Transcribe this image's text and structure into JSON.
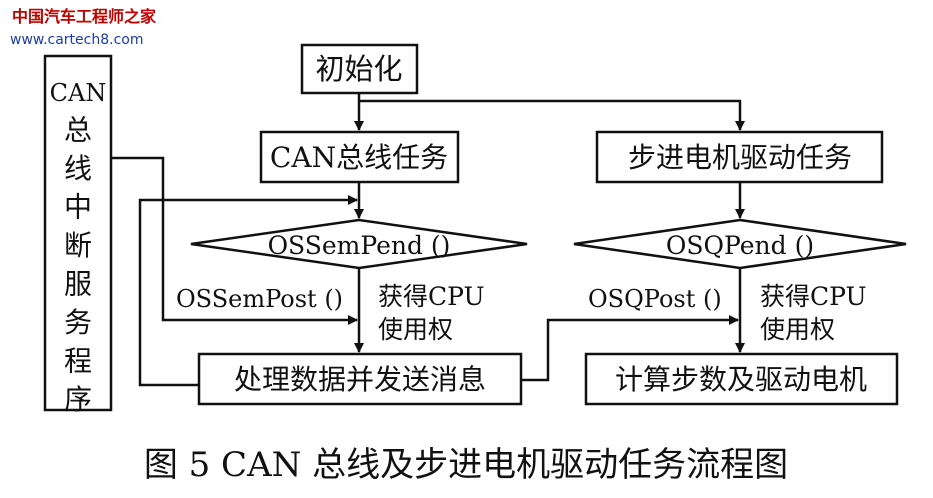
{
  "watermark": {
    "line1": "中国汽车工程师之家",
    "line2": "www.cartech8.com"
  },
  "nodes": {
    "init": "初始化",
    "can_task": "CAN总线任务",
    "stepper_task": "步进电机驱动任务",
    "os_sem_pend": "OSSemPend ()",
    "osq_pend": "OSQPend ()",
    "process_send": "处理数据并发送消息",
    "compute_steps": "计算步数及驱动电机",
    "isr": "CAN总线中断服务程序"
  },
  "labels": {
    "os_sem_post": "OSSemPost ()",
    "osq_post": "OSQPost ()",
    "get_cpu_left_1": "获得CPU",
    "get_cpu_left_2": "使用权",
    "get_cpu_right_1": "获得CPU",
    "get_cpu_right_2": "使用权"
  },
  "caption": "图 5  CAN 总线及步进电机驱动任务流程图"
}
